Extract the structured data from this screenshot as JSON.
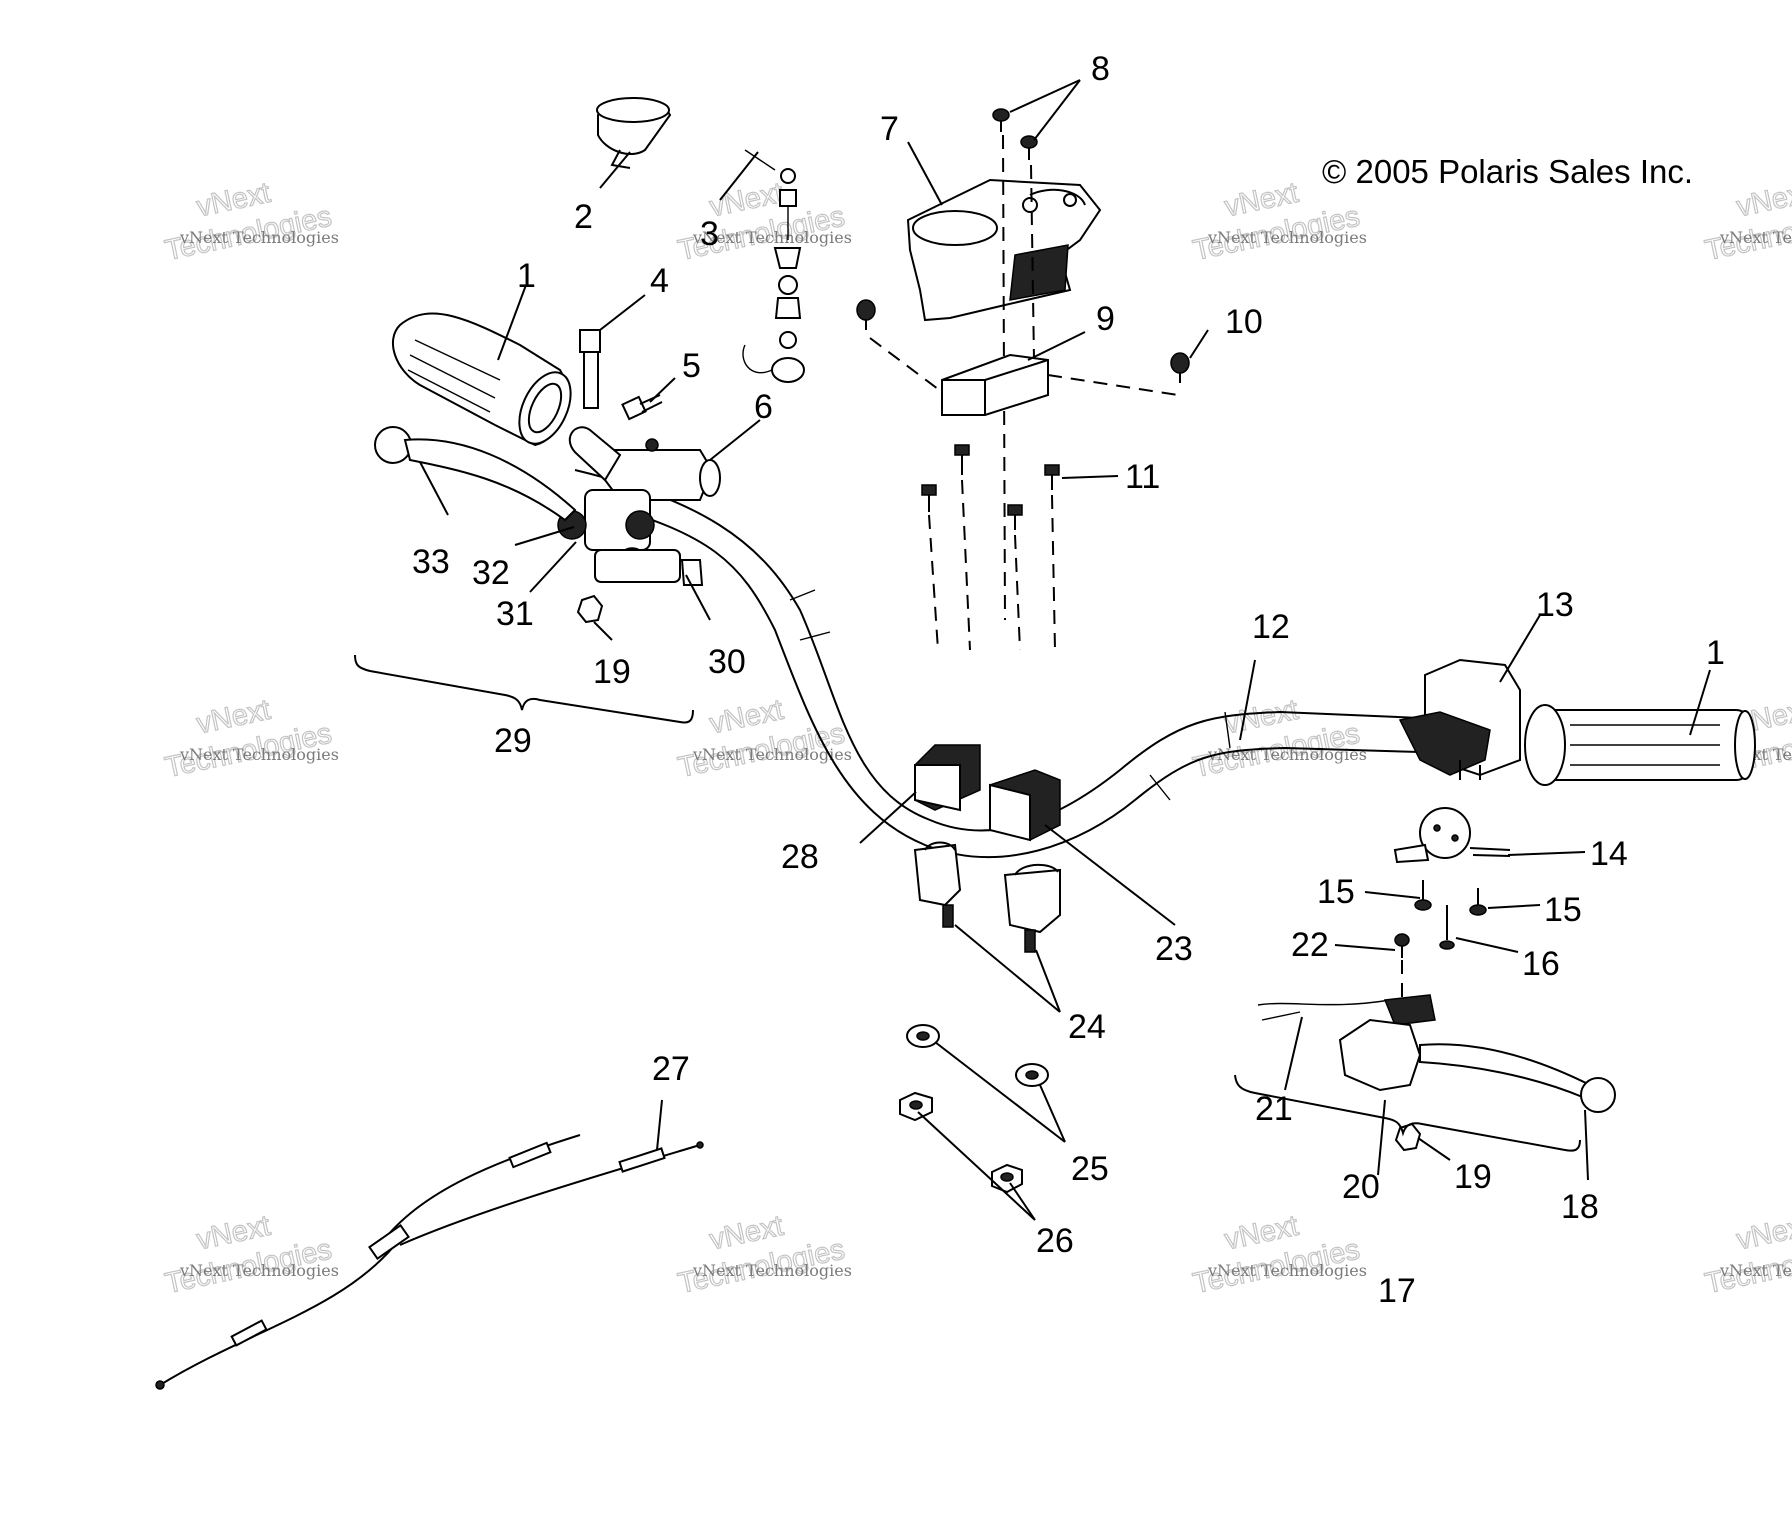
{
  "copyright": "© 2005 Polaris Sales Inc.",
  "watermark": {
    "line_small": "vNext Technologies",
    "line_big_1": "vNext",
    "line_big_2": "Technologies"
  },
  "callouts": [
    "1",
    "2",
    "3",
    "4",
    "5",
    "6",
    "7",
    "8",
    "9",
    "10",
    "11",
    "12",
    "13",
    "1",
    "14",
    "15",
    "15",
    "16",
    "22",
    "17",
    "18",
    "19",
    "20",
    "21",
    "23",
    "24",
    "25",
    "26",
    "27",
    "28",
    "29",
    "19",
    "30",
    "31",
    "32",
    "33"
  ],
  "colors": {
    "ink": "#000000",
    "watermark": "#c4c4c4"
  }
}
